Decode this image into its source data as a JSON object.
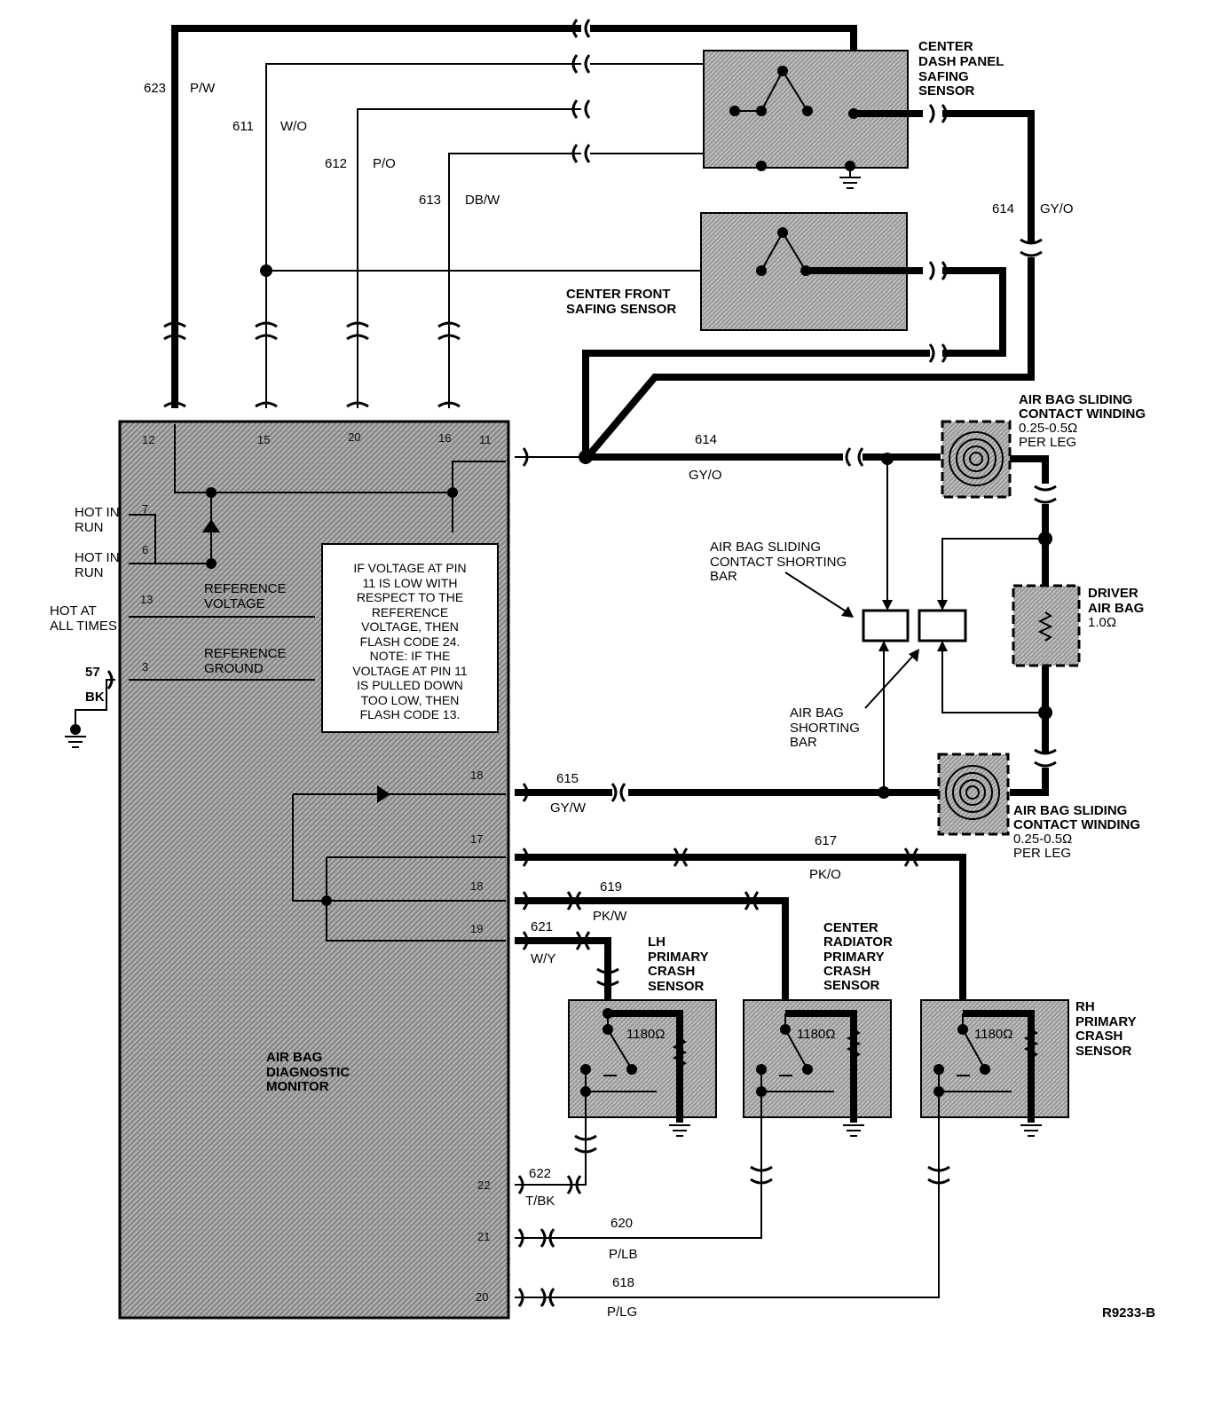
{
  "wires": {
    "w623": {
      "num": "623",
      "color": "P/W"
    },
    "w611": {
      "num": "611",
      "color": "W/O"
    },
    "w612": {
      "num": "612",
      "color": "P/O"
    },
    "w613": {
      "num": "613",
      "color": "DB/W"
    },
    "w614a": {
      "num": "614",
      "color": "GY/O"
    },
    "w614b": {
      "num": "614",
      "color": "GY/O"
    },
    "w615": {
      "num": "615",
      "color": "GY/W"
    },
    "w617": {
      "num": "617",
      "color": "PK/O"
    },
    "w619": {
      "num": "619",
      "color": "PK/W"
    },
    "w621": {
      "num": "621",
      "color": "W/Y"
    },
    "w622": {
      "num": "622",
      "color": "T/BK"
    },
    "w620": {
      "num": "620",
      "color": "P/LB"
    },
    "w618": {
      "num": "618",
      "color": "P/LG"
    },
    "w57": {
      "num": "57",
      "color": "BK"
    }
  },
  "components": {
    "center_dash": [
      "CENTER",
      "DASH PANEL",
      "SAFING",
      "SENSOR"
    ],
    "center_front": [
      "CENTER FRONT",
      "SAFING SENSOR"
    ],
    "winding_top": [
      "AIR BAG SLIDING",
      "CONTACT WINDING",
      "0.25-0.5Ω",
      "PER LEG"
    ],
    "winding_bottom": [
      "AIR BAG SLIDING",
      "CONTACT WINDING",
      "0.25-0.5Ω",
      "PER LEG"
    ],
    "driver_airbag": [
      "DRIVER",
      "AIR BAG",
      "1.0Ω"
    ],
    "contact_shorting_bar": [
      "AIR BAG SLIDING",
      "CONTACT SHORTING",
      "BAR"
    ],
    "shorting_bar": [
      "AIR BAG",
      "SHORTING",
      "BAR"
    ],
    "lh_sensor": [
      "LH",
      "PRIMARY",
      "CRASH",
      "SENSOR"
    ],
    "center_rad_sensor": [
      "CENTER",
      "RADIATOR",
      "PRIMARY",
      "CRASH",
      "SENSOR"
    ],
    "rh_sensor": [
      "RH",
      "PRIMARY",
      "CRASH",
      "SENSOR"
    ],
    "monitor": [
      "AIR BAG",
      "DIAGNOSTIC",
      "MONITOR"
    ]
  },
  "resistor_value": "1180Ω",
  "side_labels": {
    "hot_run_1": [
      "HOT IN",
      "RUN"
    ],
    "hot_run_2": [
      "HOT IN",
      "RUN"
    ],
    "hot_all": [
      "HOT AT",
      "ALL TIMES"
    ]
  },
  "internal_labels": {
    "ref_voltage": [
      "REFERENCE",
      "VOLTAGE"
    ],
    "ref_ground": [
      "REFERENCE",
      "GROUND"
    ]
  },
  "pins": {
    "p12": "12",
    "p15": "15",
    "p20": "20",
    "p16": "16",
    "p11": "11",
    "p7": "7",
    "p6": "6",
    "p13": "13",
    "p3": "3",
    "p18": "18",
    "p17": "17",
    "p1": "18",
    "p19": "19",
    "p22": "22",
    "p21": "21",
    "p20b": "20"
  },
  "note": [
    "IF VOLTAGE AT PIN",
    "11 IS LOW WITH",
    "RESPECT TO THE",
    "REFERENCE",
    "VOLTAGE, THEN",
    "FLASH CODE 24.",
    "NOTE: IF THE",
    "VOLTAGE AT PIN 11",
    "IS PULLED DOWN",
    "TOO LOW, THEN",
    "FLASH CODE 13."
  ],
  "figure_id": "R9233-B"
}
